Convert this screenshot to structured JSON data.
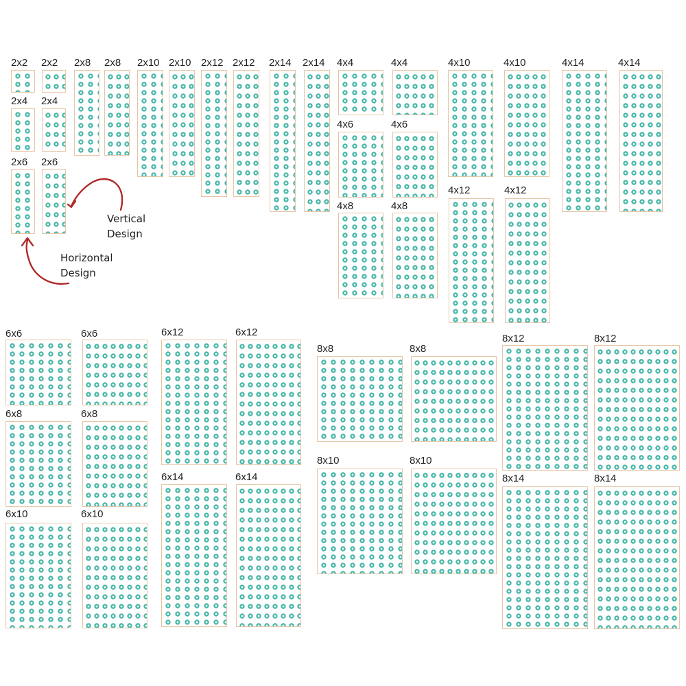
{
  "colors": {
    "stitch": "#46b6a8",
    "outline": "#e6c6a6",
    "arrow": "#b02a2a"
  },
  "labels": {
    "s2x2": "2x2",
    "s2x4": "2x4",
    "s2x6": "2x6",
    "s2x8": "2x8",
    "s2x10": "2x10",
    "s2x12": "2x12",
    "s2x14": "2x14",
    "s4x4": "4x4",
    "s4x6": "4x6",
    "s4x8": "4x8",
    "s4x10": "4x10",
    "s4x12": "4x12",
    "s4x14": "4x14",
    "s6x6": "6x6",
    "s6x8": "6x8",
    "s6x10": "6x10",
    "s6x12": "6x12",
    "s6x14": "6x14",
    "s8x8": "8x8",
    "s8x10": "8x10",
    "s8x12": "8x12",
    "s8x14": "8x14"
  },
  "annotations": {
    "vertical": {
      "line1": "Vertical",
      "line2": "Design"
    },
    "horizontal": {
      "line1": "Horizontal",
      "line2": "Design"
    }
  }
}
